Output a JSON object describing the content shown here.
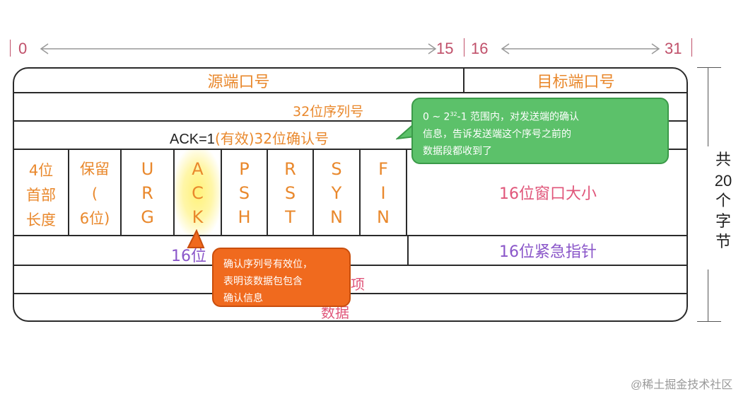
{
  "bits": {
    "b0": "0",
    "b15": "15",
    "b16": "16",
    "b31": "31"
  },
  "fields": {
    "src_port": "源端口号",
    "dst_port": "目标端口号",
    "seq": "32位序列号",
    "ack_prefix": "ACK=1",
    "ack_valid": "(有效)",
    "ack_num": "32位确认号",
    "header_len": [
      "4位",
      "首部",
      "长度"
    ],
    "reserved": [
      "保留",
      "(",
      "6位)"
    ],
    "flags": [
      {
        "name": "URG",
        "chars": [
          "U",
          "R",
          "G"
        ]
      },
      {
        "name": "ACK",
        "chars": [
          "A",
          "C",
          "K"
        ]
      },
      {
        "name": "PSH",
        "chars": [
          "P",
          "S",
          "H"
        ]
      },
      {
        "name": "RST",
        "chars": [
          "R",
          "S",
          "T"
        ]
      },
      {
        "name": "SYN",
        "chars": [
          "S",
          "Y",
          "N"
        ]
      },
      {
        "name": "FIN",
        "chars": [
          "F",
          "I",
          "N"
        ]
      }
    ],
    "window": "16位窗口大小",
    "checksum_visible": "16位",
    "urgent": "16位紧急指针",
    "options_visible": "项",
    "data": "数据"
  },
  "total": [
    "共",
    "20",
    "个",
    "字",
    "节"
  ],
  "callouts": {
    "green_line1_a": "0 ~ 2",
    "green_sup": "32",
    "green_line1_b": "-1 范围内，对发送端的确认",
    "green_line2": "信息，告诉发送端这个序号之前的",
    "green_line3": "数据段都收到了",
    "orange_line1": "确认序列号有效位，",
    "orange_line2": "表明该数据包包含",
    "orange_line3": "确认信息"
  },
  "watermark": "@稀土掘金技术社区",
  "colors": {
    "orange": "#e9882c",
    "pink": "#e0567a",
    "purple": "#8a56c9",
    "green": "#5cc16a",
    "callout_orange": "#f06a1e",
    "highlight": "#fff27a"
  }
}
